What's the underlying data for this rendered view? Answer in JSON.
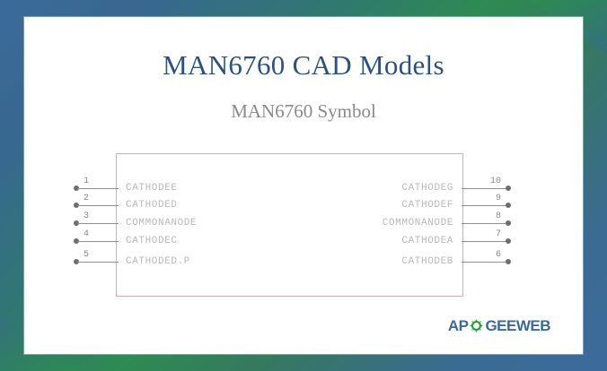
{
  "page": {
    "title": "MAN6760 CAD Models",
    "subtitle": "MAN6760 Symbol"
  },
  "colors": {
    "title": "#2b5282",
    "subtitle": "#8a8a8a",
    "symbol_border": "#d9a9ab",
    "pin_label": "#b9b9b9",
    "pin_line": "#8f8f8f",
    "frame_blue": "#3b6a9a",
    "frame_green": "#2e8b52",
    "logo_blue": "#3b6a9a",
    "logo_green": "#2e9b3f"
  },
  "symbol": {
    "left_pins": [
      {
        "number": "1",
        "label": "CATHODEE"
      },
      {
        "number": "2",
        "label": "CATHODED"
      },
      {
        "number": "3",
        "label": "COMMONANODE"
      },
      {
        "number": "4",
        "label": "CATHODEC"
      },
      {
        "number": "5",
        "label": "CATHODED.P"
      }
    ],
    "right_pins": [
      {
        "number": "10",
        "label": "CATHODEG"
      },
      {
        "number": "9",
        "label": "CATHODEF"
      },
      {
        "number": "8",
        "label": "COMMONANODE"
      },
      {
        "number": "7",
        "label": "CATHODEA"
      },
      {
        "number": "6",
        "label": "CATHODEB"
      }
    ]
  },
  "logo": {
    "text_left": "AP",
    "text_right": "GEEWEB",
    "gear_icon": "gear-icon"
  }
}
